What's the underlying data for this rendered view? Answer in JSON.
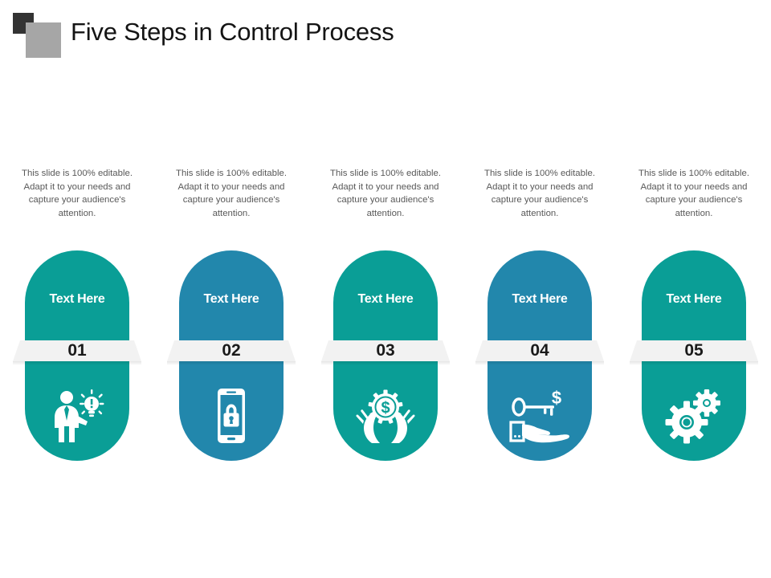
{
  "header": {
    "title": "Five Steps in Control Process",
    "logo_icon": "square-logo-mark"
  },
  "steps": [
    {
      "blurb": "This slide is 100% editable. Adapt it to your needs and capture your audience's attention.",
      "label": "Text Here",
      "number": "01",
      "color": "#0a9e96",
      "theme": "teal",
      "icon": "businessman-idea-lightbulb-icon"
    },
    {
      "blurb": "This slide is 100% editable. Adapt it to your needs and capture your audience's attention.",
      "label": "Text Here",
      "number": "02",
      "color": "#2287ac",
      "theme": "blue",
      "icon": "mobile-phone-lock-icon"
    },
    {
      "blurb": "This slide is 100% editable. Adapt it to your needs and capture your audience's attention.",
      "label": "Text Here",
      "number": "03",
      "color": "#0a9e96",
      "theme": "teal",
      "icon": "hands-holding-dollar-badge-icon"
    },
    {
      "blurb": "This slide is 100% editable. Adapt it to your needs and capture your audience's attention.",
      "label": "Text Here",
      "number": "04",
      "color": "#2287ac",
      "theme": "blue",
      "icon": "hand-key-dollar-icon"
    },
    {
      "blurb": "This slide is 100% editable. Adapt it to your needs and capture your audience's attention.",
      "label": "Text Here",
      "number": "05",
      "color": "#0a9e96",
      "theme": "teal",
      "icon": "two-gears-settings-icon"
    }
  ],
  "palette": {
    "teal": "#0a9e96",
    "blue": "#2287ac",
    "band": "#f2f2f2",
    "title": "#141414",
    "blurb": "#595959",
    "logo_dark": "#333333",
    "logo_gray": "#a6a6a6"
  }
}
